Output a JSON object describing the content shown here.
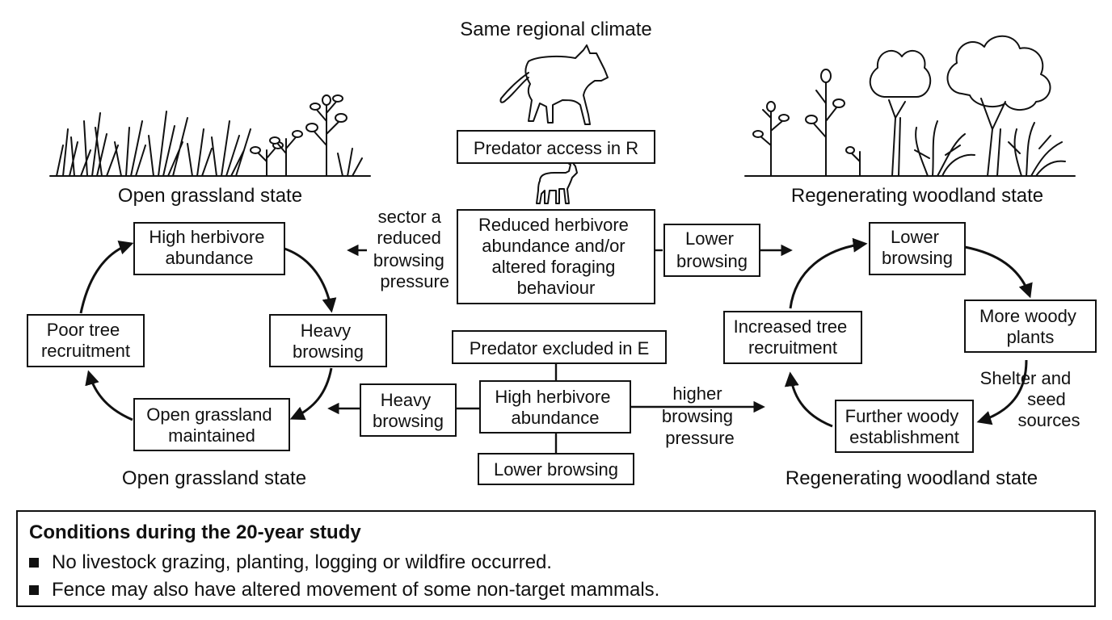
{
  "header": {
    "title": "Same regional climate"
  },
  "left_panel": {
    "top_label": "Open grassland state",
    "bottom_label": "Open grassland state",
    "cycle": {
      "top": [
        "High herbivore",
        "abundance"
      ],
      "right": [
        "Heavy",
        "browsing"
      ],
      "bottom": [
        "Open grassland",
        "maintained"
      ],
      "left": [
        "Poor tree",
        "recruitment"
      ]
    }
  },
  "right_panel": {
    "top_label": "Regenerating woodland state",
    "bottom_label": "Regenerating woodland state",
    "cycle": {
      "top": [
        "Lower",
        "browsing"
      ],
      "right": [
        "More woody",
        "plants"
      ],
      "bottom": [
        "Further woody",
        "establishment"
      ],
      "left": [
        "Increased tree",
        "recruitment"
      ]
    },
    "shelter_label": [
      "Shelter and",
      "seed",
      "sources"
    ]
  },
  "center_top": {
    "predator_box": "Predator access in R",
    "herbivore_box": [
      "Reduced herbivore",
      "abundance and/or",
      "altered foraging",
      "behaviour"
    ],
    "left_label": [
      "sector a",
      "reduced",
      "browsing",
      "pressure"
    ],
    "right_box": [
      "Lower",
      "browsing"
    ]
  },
  "center_bottom": {
    "predator_box": "Predator excluded in E",
    "herbivore_box": [
      "High herbivore",
      "abundance"
    ],
    "left_box": [
      "Heavy",
      "browsing"
    ],
    "right_label": [
      "higher",
      "browsing",
      "pressure"
    ],
    "bottom_box": "Lower browsing"
  },
  "conditions": {
    "title": "Conditions during the 20-year study",
    "items": [
      "No livestock grazing, planting, logging or wildfire occurred.",
      "Fence may also have altered movement of some non-target mammals."
    ]
  },
  "icons": [
    "wolf-icon",
    "deer-icon",
    "grassland-icon",
    "woodland-icon"
  ]
}
